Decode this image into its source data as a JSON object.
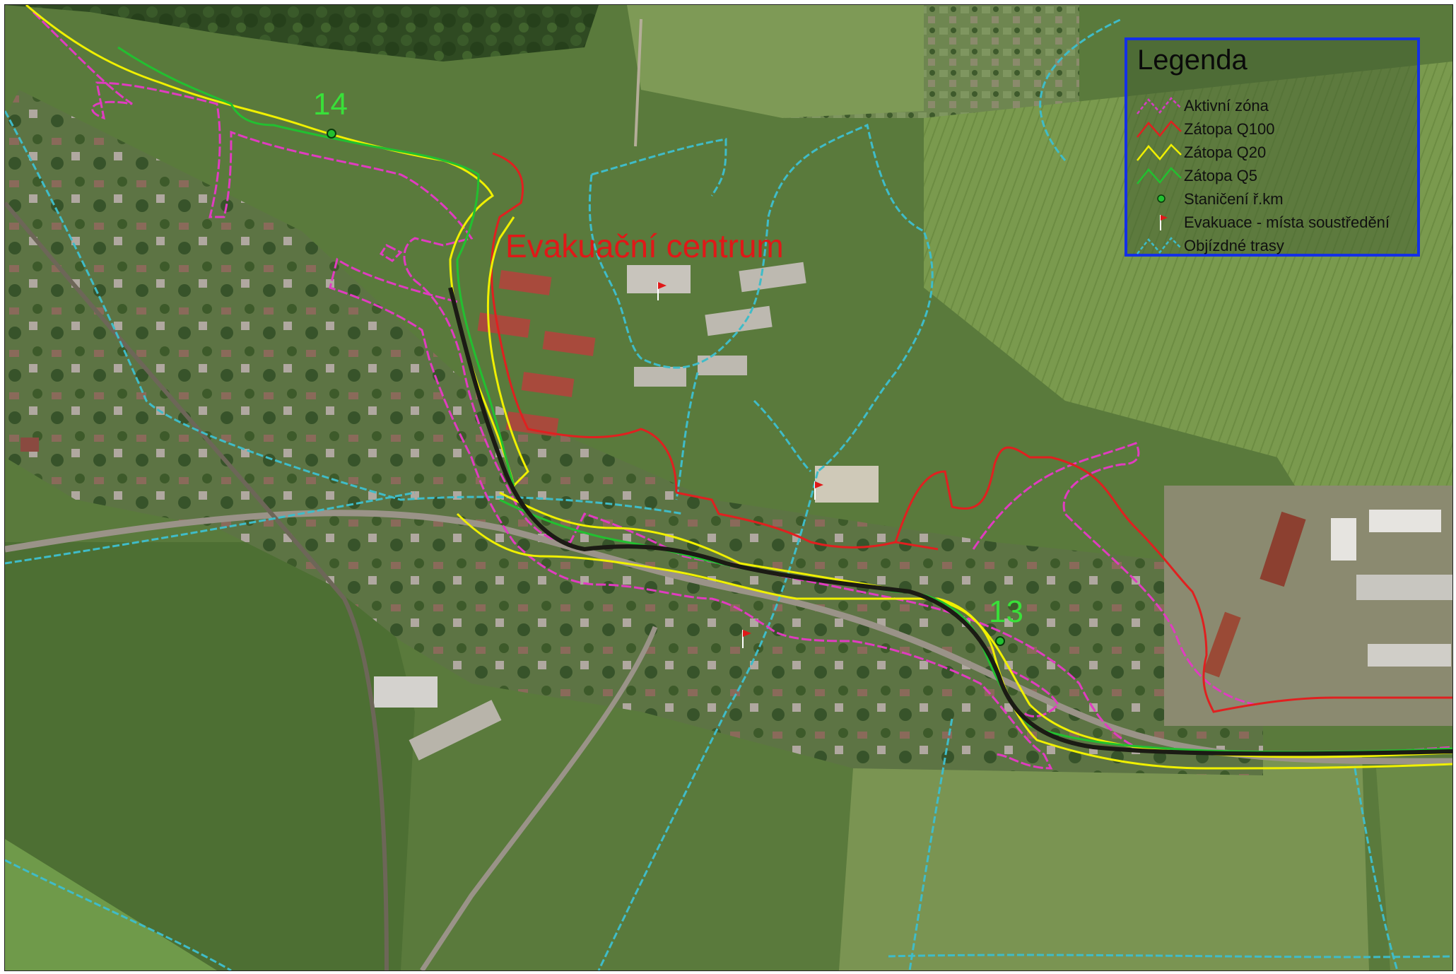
{
  "map": {
    "center_label": "Evakuační centrum",
    "stations": [
      {
        "label": "14"
      },
      {
        "label": "13"
      }
    ]
  },
  "legend": {
    "title": "Legenda",
    "items": [
      {
        "label": "Aktivní zóna",
        "symbol": "zigzag-dashed",
        "color": "#d63cc4"
      },
      {
        "label": "Zátopa Q100",
        "symbol": "zigzag",
        "color": "#e02020"
      },
      {
        "label": "Zátopa Q20",
        "symbol": "zigzag",
        "color": "#f0f000"
      },
      {
        "label": "Zátopa Q5",
        "symbol": "zigzag",
        "color": "#22c030"
      },
      {
        "label": "Staničení ř.km",
        "symbol": "dot",
        "color": "#22c030"
      },
      {
        "label": "Evakuace - místa soustředění",
        "symbol": "flag",
        "color": "#e02020"
      },
      {
        "label": "Objízdné trasy",
        "symbol": "zigzag-dashed",
        "color": "#3fbcc8"
      }
    ]
  },
  "colors": {
    "aktivni_zona": "#e03cc0",
    "q100": "#e02020",
    "q20": "#f0f000",
    "q5": "#22c030",
    "detours": "#3fbcc8",
    "station_label": "#39e039",
    "center_label": "#e01818",
    "legend_border": "#1430e6"
  }
}
